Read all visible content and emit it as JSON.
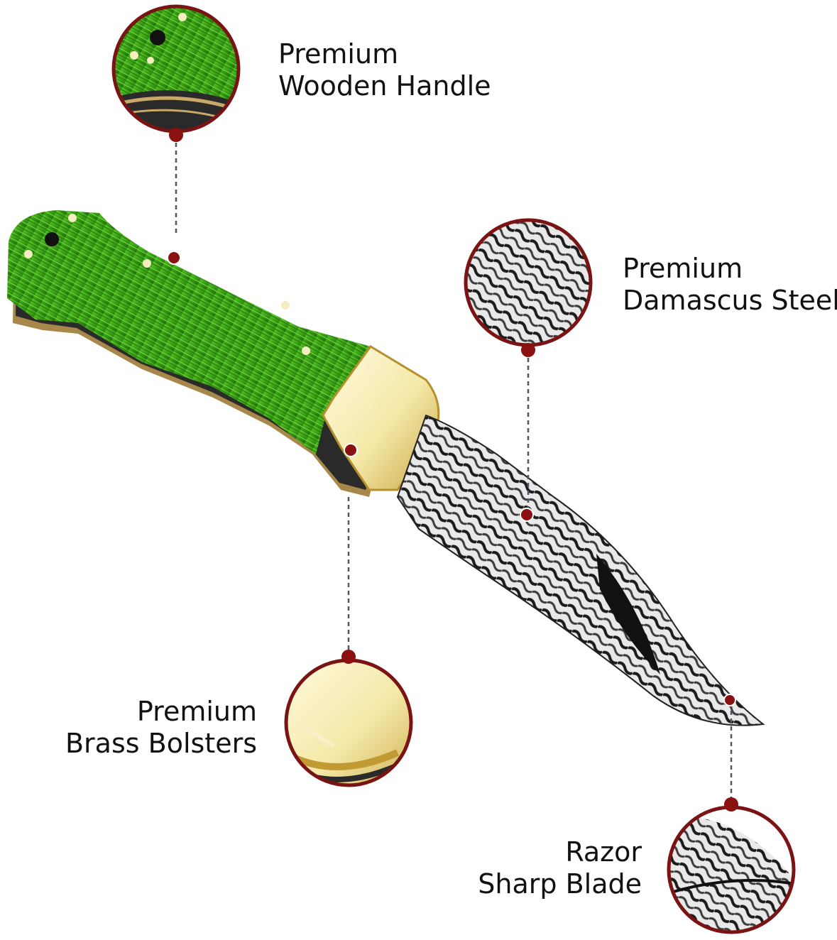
{
  "callouts": {
    "handle": {
      "line1": "Premium",
      "line2": "Wooden Handle"
    },
    "steel": {
      "line1": "Premium",
      "line2": "Damascus Steel"
    },
    "bolsters": {
      "line1": "Premium",
      "line2": "Brass Bolsters"
    },
    "blade": {
      "line1": "Razor",
      "line2": "Sharp Blade"
    }
  },
  "colors": {
    "ring": "#7a1414",
    "dot": "#8b1010",
    "handle_green": "#3fae1a",
    "brass": "#f1e7a6",
    "steel_dark": "#2a2a2a",
    "connector": "#556"
  }
}
